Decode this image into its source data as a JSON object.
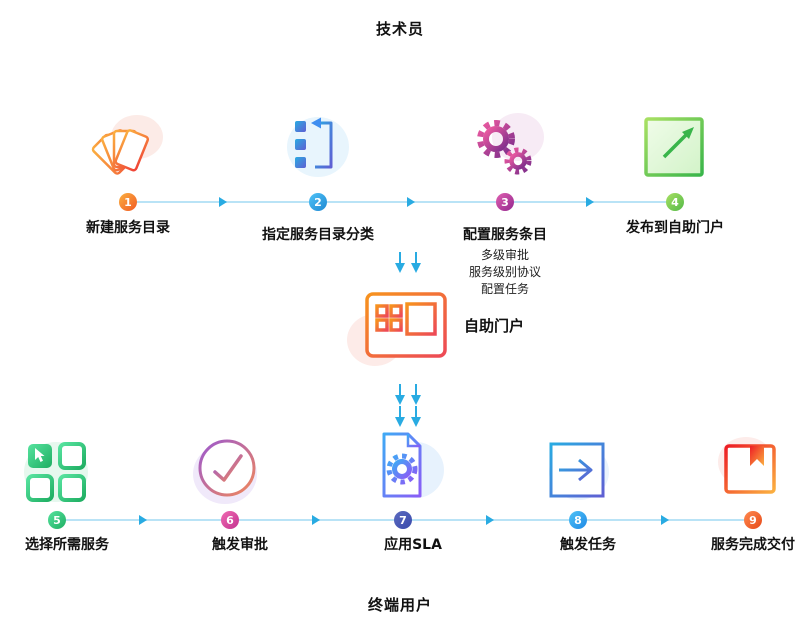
{
  "titles": {
    "top": "技术员",
    "bottom": "终端用户"
  },
  "portal": {
    "label": "自助门户"
  },
  "top_steps": [
    {
      "num": "1",
      "label": "新建服务目录",
      "icon": "service-catalog-cards-icon",
      "badge_color": "#f7931e"
    },
    {
      "num": "2",
      "label": "指定服务目录分类",
      "icon": "assign-category-list-icon",
      "badge_color": "#29abe2"
    },
    {
      "num": "3",
      "label": "配置服务条目",
      "sub": [
        "多级审批",
        "服务级别协议",
        "配置任务"
      ],
      "icon": "configure-gears-icon",
      "badge_color": "#b0368f"
    },
    {
      "num": "4",
      "label": "发布到自助门户",
      "icon": "publish-square-arrow-icon",
      "badge_color": "#8cc63f"
    }
  ],
  "bottom_steps": [
    {
      "num": "5",
      "label": "选择所需服务",
      "icon": "select-services-grid-icon",
      "badge_color": "#33c46f"
    },
    {
      "num": "6",
      "label": "触发审批",
      "icon": "approval-check-circle-icon",
      "badge_color": "#e0569f"
    },
    {
      "num": "7",
      "label": "应用SLA",
      "icon": "sla-document-gear-icon",
      "badge_color": "#4a5fd0"
    },
    {
      "num": "8",
      "label": "触发任务",
      "icon": "trigger-task-square-arrow-icon",
      "badge_color": "#3fa9f5"
    },
    {
      "num": "9",
      "label": "服务完成交付",
      "icon": "delivery-package-icon",
      "badge_color": "#f05a28"
    }
  ],
  "colors": {
    "timeline": "#29abe2",
    "timeline_track": "#b9e3f6"
  }
}
